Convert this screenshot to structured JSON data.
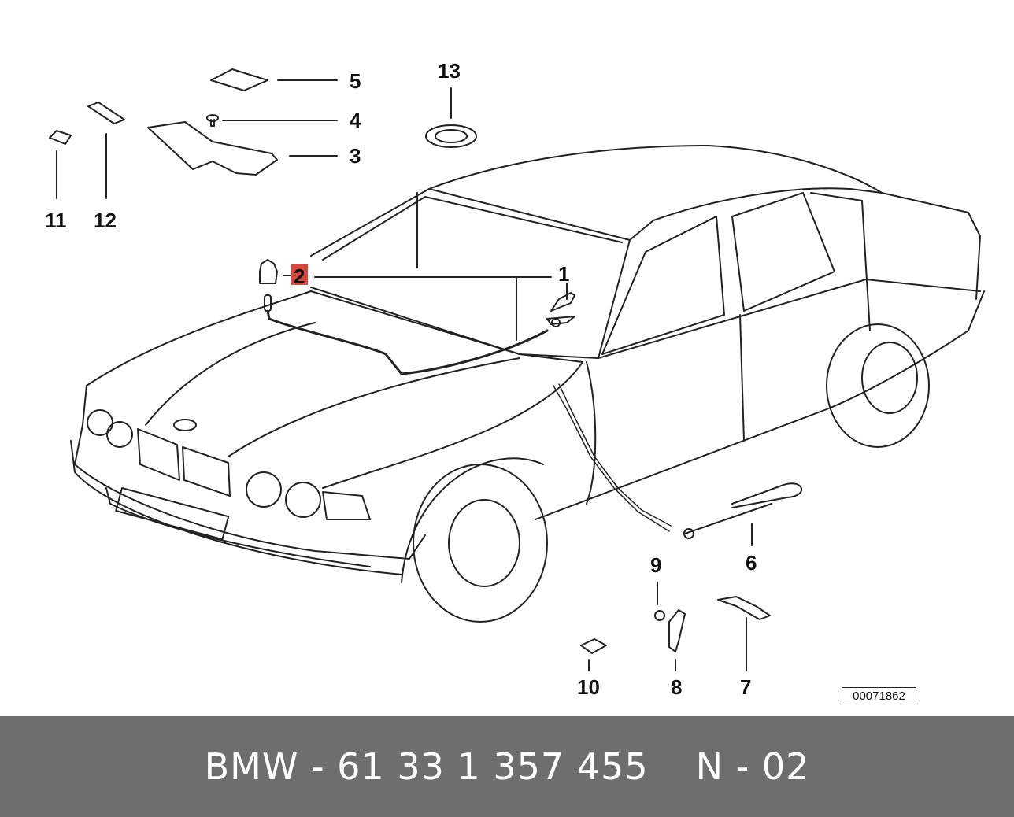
{
  "callouts": {
    "c1": "1",
    "c2": "2",
    "c3": "3",
    "c4": "4",
    "c5": "5",
    "c6": "6",
    "c7": "7",
    "c8": "8",
    "c9": "9",
    "c10": "10",
    "c11": "11",
    "c12": "12",
    "c13": "13"
  },
  "colors": {
    "highlight": "#d9483b",
    "footer_bg": "#6e6e6e",
    "line": "#222222"
  },
  "diagram_code": "00071862",
  "footer": {
    "part_number": "BMW - 61 33 1 357 455",
    "position": "N - 02"
  }
}
